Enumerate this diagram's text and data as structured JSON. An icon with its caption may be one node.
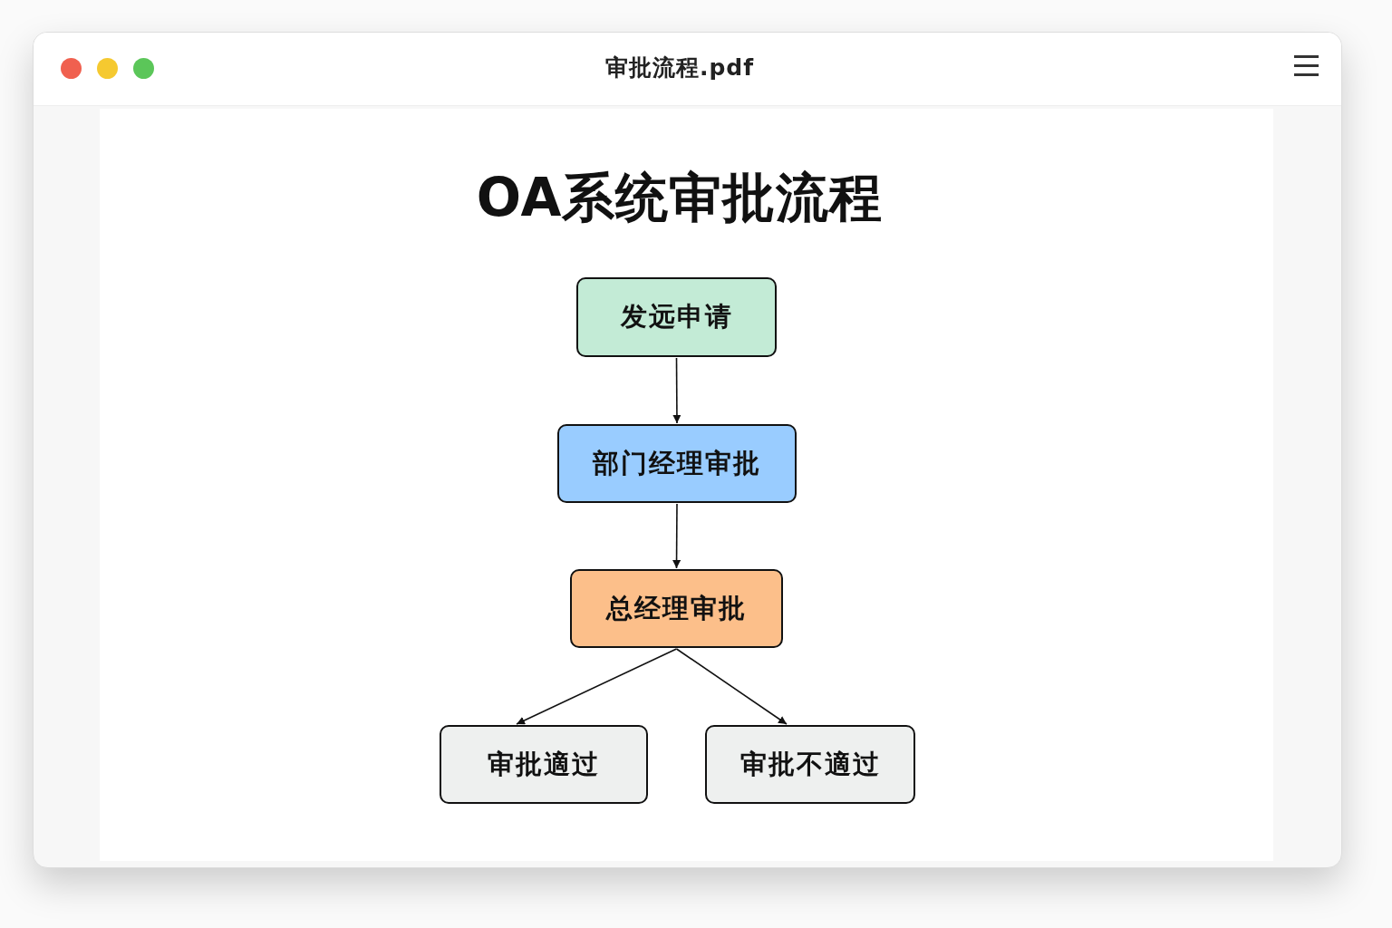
{
  "diagram": {
    "title": "OA系统审批流程",
    "nodes": [
      {
        "text": [
          "发远申请"
        ]
      },
      {
        "text": [
          "部门经理审批"
        ]
      },
      {
        "text": [
          "总经理审批"
        ]
      },
      {
        "text": [
          "审批適过"
        ]
      },
      {
        "text": [
          "审批不適过"
        ]
      }
    ],
    "edges": [
      {
        "from": 0,
        "to": 1,
        "arrow": "to"
      },
      {
        "from": 1,
        "to": 2,
        "arrow": "to"
      },
      {
        "from": 2,
        "to": 3,
        "arrow": "to"
      },
      {
        "from": 2,
        "to": 4,
        "arrow": "to"
      }
    ],
    "labels": [
      "审批流程.pdf"
    ]
  }
}
